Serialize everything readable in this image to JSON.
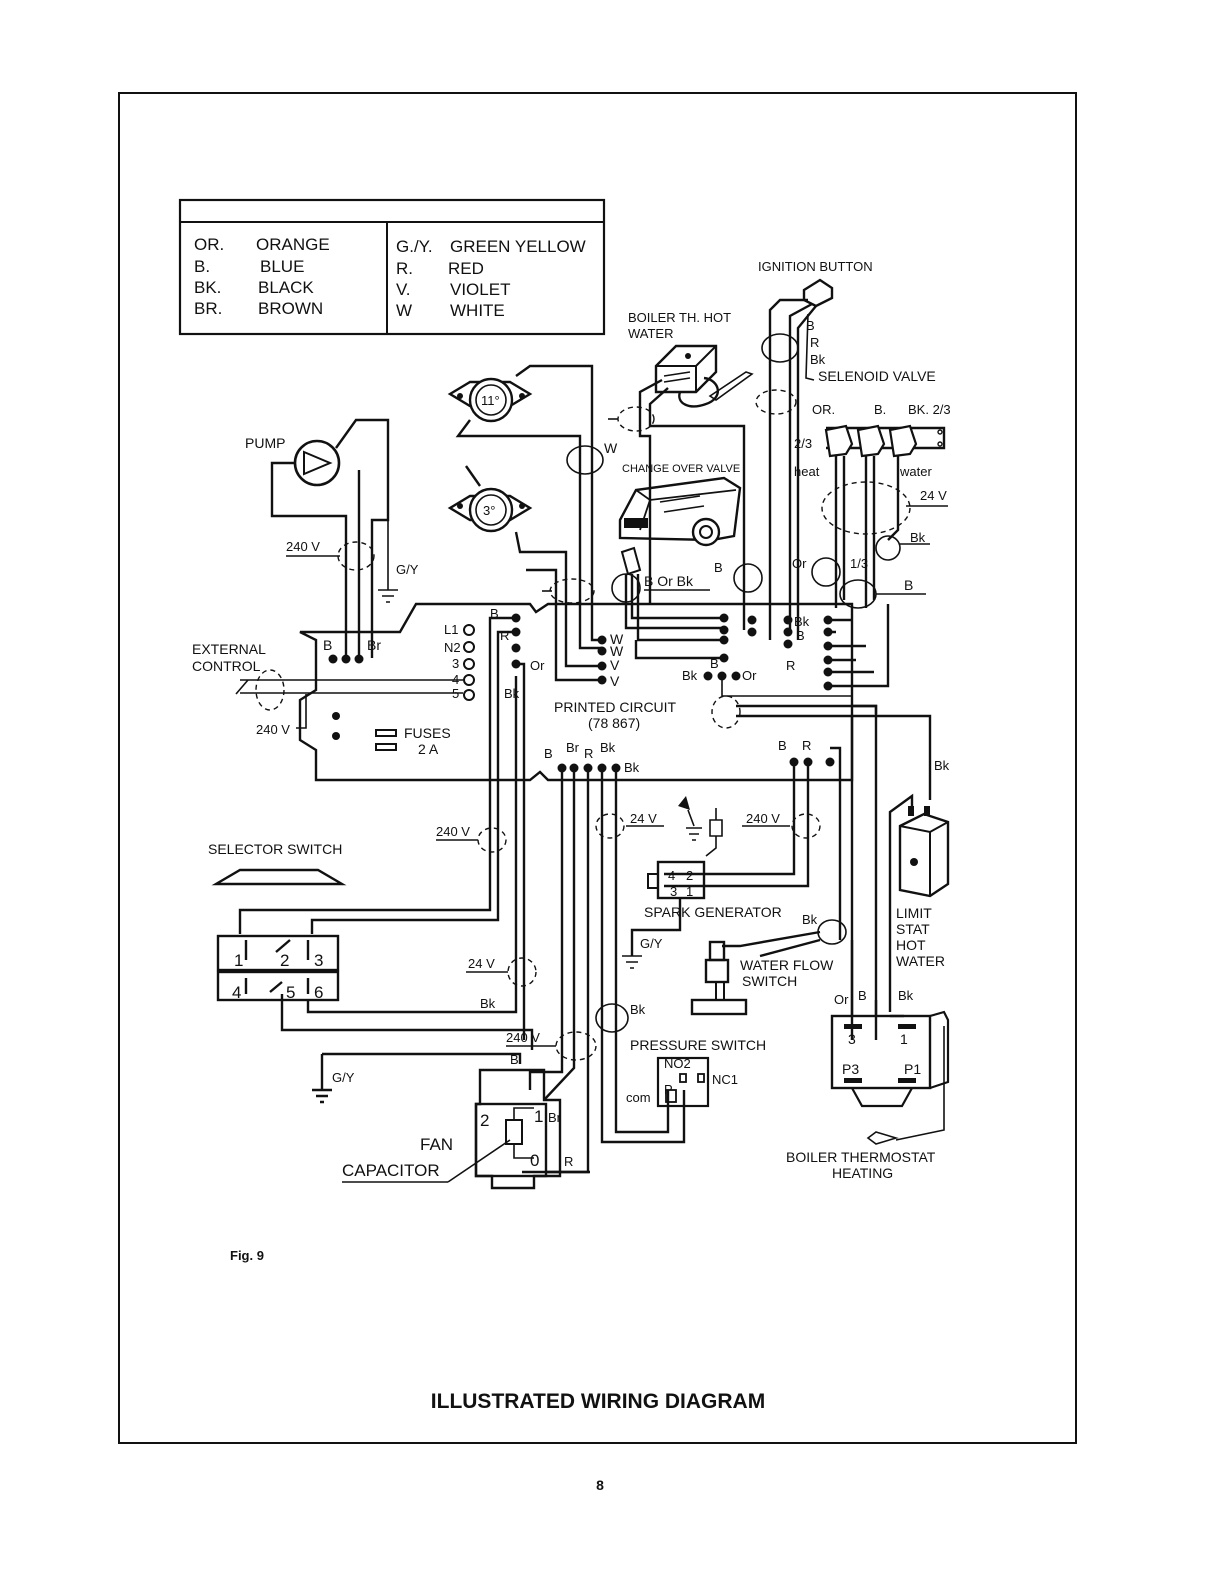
{
  "legend": {
    "items": [
      {
        "code": "OR.",
        "name": "ORANGE"
      },
      {
        "code": "B.",
        "name": "BLUE"
      },
      {
        "code": "BK.",
        "name": "BLACK"
      },
      {
        "code": "BR.",
        "name": "BROWN"
      },
      {
        "code": "G./Y.",
        "name": "GREEN YELLOW"
      },
      {
        "code": "R.",
        "name": "RED"
      },
      {
        "code": "V.",
        "name": "VIOLET"
      },
      {
        "code": "W",
        "name": "WHITE"
      }
    ]
  },
  "components": {
    "pump": "PUMP",
    "external_control": [
      "EXTERNAL",
      "CONTROL"
    ],
    "ignition_button": "IGNITION BUTTON",
    "boiler_th_hot_water": [
      "BOILER TH. HOT",
      "WATER"
    ],
    "selenoid_valve": "SELENOID VALVE",
    "change_over_valve": "CHANGE OVER VALVE",
    "printed_circuit": [
      "PRINTED CIRCUIT",
      "(78 867)"
    ],
    "fuses": [
      "FUSES",
      "2 A"
    ],
    "selector_switch": "SELECTOR SWITCH",
    "spark_generator": "SPARK GENERATOR",
    "water_flow_switch": [
      "WATER FLOW",
      "SWITCH"
    ],
    "limit_stat": [
      "LIMIT",
      "STAT",
      "HOT",
      "WATER"
    ],
    "pressure_switch": "PRESSURE SWITCH",
    "fan": "FAN",
    "capacitor": "CAPACITOR",
    "boiler_thermostat_heating": [
      "BOILER THERMOSTAT",
      "HEATING"
    ],
    "thermostat_11": "11°",
    "thermostat_3": "3°"
  },
  "wire_labels": {
    "v240": "240 V",
    "v24": "24 V",
    "gy": "G/Y",
    "b": "B",
    "br": "Br",
    "bk": "Bk",
    "r": "R",
    "w": "W",
    "v": "V",
    "or": "Or",
    "b_or_bk": "B  Or Bk",
    "or_caps": "OR.",
    "b_caps": "B.",
    "bk_23": "BK. 2/3",
    "two_thirds": "2/3",
    "one_third": "1/3",
    "heat": "heat",
    "water": "water",
    "l1": "L1",
    "n2": "N2",
    "n3": "3",
    "n4": "4",
    "n5": "5",
    "sel": [
      "1",
      "2",
      "3",
      "4",
      "5",
      "6"
    ],
    "spark_pins": [
      "4",
      "2",
      "3",
      "1"
    ],
    "ps_no2": "NO2",
    "ps_nc1": "NC1",
    "ps_com": "com",
    "ps_p": "P",
    "fan_pins": [
      "2",
      "1",
      "0"
    ],
    "thermo_pins": [
      "3",
      "1",
      "P3",
      "P1"
    ]
  },
  "figure": "Fig. 9",
  "title": "ILLUSTRATED WIRING DIAGRAM",
  "page_number": "8"
}
